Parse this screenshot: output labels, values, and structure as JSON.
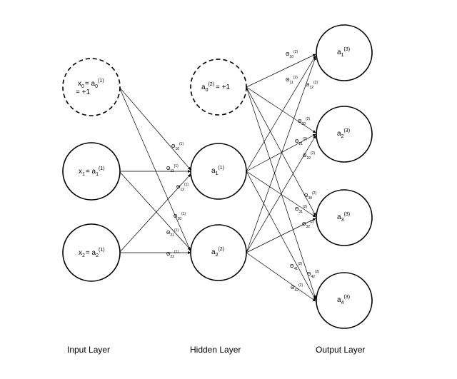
{
  "layers": {
    "input": "Input Layer",
    "hidden": "Hidden Layer",
    "output": "Output Layer"
  },
  "nodes": {
    "x0": {
      "sym": "x",
      "sub": "0",
      "eq": "= a",
      "eqsub": "0",
      "sup": "(1)",
      "extra": "= +1"
    },
    "x1": {
      "sym": "x",
      "sub": "1",
      "eq": "= a",
      "eqsub": "1",
      "sup": "(1)"
    },
    "x2": {
      "sym": "x",
      "sub": "2",
      "eq": "= a",
      "eqsub": "2",
      "sup": "(1)"
    },
    "h0": {
      "sym": "a",
      "sub": "0",
      "sup": "(2)",
      "extra": "= +1"
    },
    "h1": {
      "sym": "a",
      "sub": "1",
      "sup": "(1)"
    },
    "h2": {
      "sym": "a",
      "sub": "2",
      "sup": "(2)"
    },
    "o1": {
      "sym": "a",
      "sub": "1",
      "sup": "(3)"
    },
    "o2": {
      "sym": "a",
      "sub": "2",
      "sup": "(3)"
    },
    "o3": {
      "sym": "a",
      "sub": "3",
      "sup": "(3)"
    },
    "o4": {
      "sym": "a",
      "sub": "4",
      "sup": "(3)"
    }
  },
  "weights": {
    "theta": "Θ",
    "w10_1": {
      "sub": "10",
      "sup": "(1)"
    },
    "w11_1": {
      "sub": "11",
      "sup": "(1)"
    },
    "w12_1": {
      "sub": "12",
      "sup": "(1)"
    },
    "w20_1": {
      "sub": "20",
      "sup": "(1)"
    },
    "w21_1": {
      "sub": "21",
      "sup": "(1)"
    },
    "w22_1": {
      "sub": "22",
      "sup": "(1)"
    },
    "w10_2": {
      "sub": "10",
      "sup": "(2)"
    },
    "w11_2": {
      "sub": "11",
      "sup": "(2)"
    },
    "w12_2": {
      "sub": "12",
      "sup": "(2)"
    },
    "w20_2": {
      "sub": "20",
      "sup": "(2)"
    },
    "w21_2": {
      "sub": "21",
      "sup": "(2)"
    },
    "w22_2": {
      "sub": "22",
      "sup": "(2)"
    },
    "w30_2": {
      "sub": "30",
      "sup": "(2)"
    },
    "w31_2": {
      "sub": "31",
      "sup": "(2)"
    },
    "w32_2": {
      "sub": "32",
      "sup": "(2)"
    },
    "w41_2": {
      "sub": "41",
      "sup": "(2)"
    },
    "w42_2": {
      "sub": "42",
      "sup": "(2)"
    },
    "w40_2": {
      "sub": "42",
      "sup": "(2)"
    }
  }
}
